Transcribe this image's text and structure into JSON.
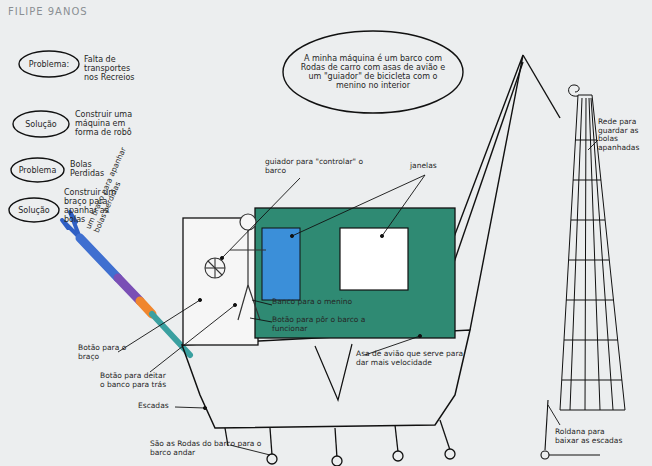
{
  "diagram": {
    "title": "FILIPE 9ANOS",
    "nodes": [
      {
        "text": [
          "Problema:",
          "Falta de transportes nos Recreios"
        ]
      },
      {
        "text": [
          "Solução",
          "Construir uma máquina em forma de robô"
        ]
      },
      {
        "text": [
          "Problema",
          "Bolas Perdidas"
        ]
      },
      {
        "text": [
          "Solução",
          "Construir um braço para apanhar as bolas"
        ]
      },
      {
        "text": [
          "A minha máquina é um barco com Rodas de carro com asas de avião e um \"guiador\" de bicicleta com o menino no interior"
        ]
      }
    ],
    "labels": [
      "um braço para apanhar bolas perdidas",
      "guiador para \"controlar\" o barco",
      "janelas",
      "Rede para guardar as bolas apanhadas",
      "Botão para o braço",
      "Botão para deitar o banco para trás",
      "Escadas",
      "São as Rodas do barco para o barco andar",
      "Asa de avião que serve para dar mais velocidade",
      "Banco para o menino",
      "Botão para pôr o barco a funcionar",
      "Roldana para baixar as escadas"
    ]
  }
}
